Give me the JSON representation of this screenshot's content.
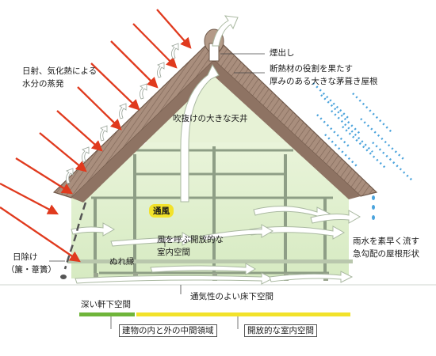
{
  "labels": {
    "chimney": "煙出し",
    "roof_line1": "断熱材の役割を果たす",
    "roof_line2": "厚みのある大きな茅葺き屋根",
    "sun_line1": "日射、気化熱による",
    "sun_line2": "水分の蒸発",
    "ceiling": "吹抜けの大きな天井",
    "ventilation": "通風",
    "wind_line1": "風を呼ぶ開放的な",
    "wind_line2": "室内空間",
    "shade_line1": "日除け",
    "shade_line2": "（簾・葦簀）",
    "veranda": "ぬれ縁",
    "rain_line1": "雨水を素早く流す",
    "rain_line2": "急勾配の屋根形状",
    "underfloor": "通気性のよい床下空間",
    "eaves": "深い軒下空間",
    "intermediate": "建物の内と外の中間領域",
    "open_space": "開放的な室内空間"
  },
  "colors": {
    "sun_arrow": "#e03a1e",
    "roof": "#a98e7d",
    "house_fill": "#dcefc8",
    "rain": "#4aa3dc",
    "eaves_bar": "#6fb53a",
    "open_bar": "#f2e22a",
    "tag_bg": "#f2e22a"
  }
}
